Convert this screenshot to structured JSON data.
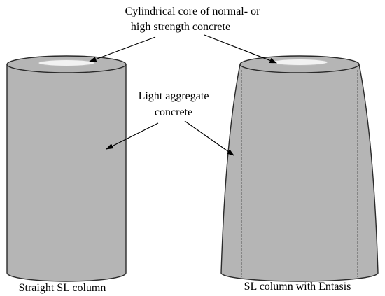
{
  "figure": {
    "core_label_line1": "Cylindrical core of normal- or",
    "core_label_line2": "high strength concrete",
    "light_label_line1": "Light aggregate",
    "light_label_line2": "concrete",
    "left_caption": "Straight SL column",
    "right_caption": "SL column with Entasis"
  },
  "colors": {
    "column_fill": "#b5b5b5",
    "core_fill": "#f2f2f2",
    "outline": "#2a2a2a"
  }
}
